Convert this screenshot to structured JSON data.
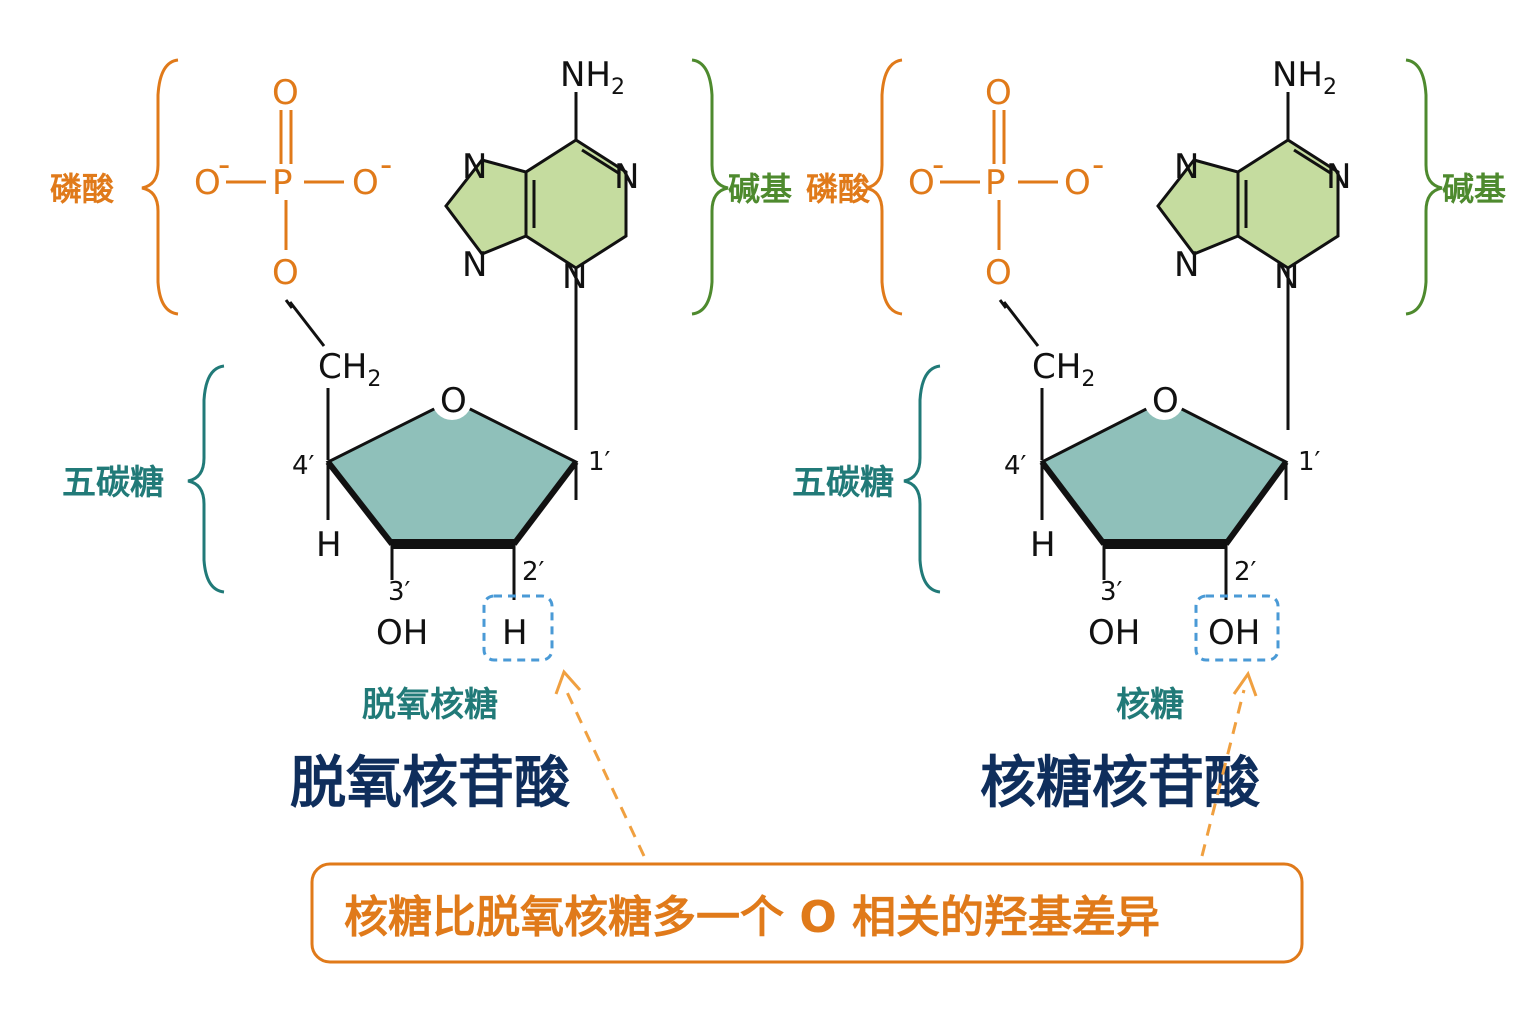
{
  "left": {
    "phosphate": {
      "o_top": "O",
      "p": "P",
      "o_left": "O",
      "o_right": "O",
      "o_bottom": "O",
      "charge_minus": "-"
    },
    "base": {
      "nh2": "NH",
      "nh2_sub": "2",
      "n1": "N",
      "n2": "N",
      "n3": "N",
      "n4": "N"
    },
    "sugar": {
      "ch2": "CH",
      "ch2_sub": "2",
      "ring_o": "O",
      "c4": "4′",
      "c1": "1′",
      "c3": "3′",
      "c2": "2′",
      "h": "H",
      "oh3": "OH",
      "sub2": "H"
    },
    "labels": {
      "phosphate": "磷酸",
      "base": "碱基",
      "pentose": "五碳糖",
      "sugar_name": "脱氧核糖"
    },
    "title": "脱氧核苷酸"
  },
  "right": {
    "phosphate": {
      "o_top": "O",
      "p": "P",
      "o_left": "O",
      "o_right": "O",
      "o_bottom": "O",
      "charge_minus": "-"
    },
    "base": {
      "nh2": "NH",
      "nh2_sub": "2",
      "n1": "N",
      "n2": "N",
      "n3": "N",
      "n4": "N"
    },
    "sugar": {
      "ch2": "CH",
      "ch2_sub": "2",
      "ring_o": "O",
      "c4": "4′",
      "c1": "1′",
      "c3": "3′",
      "c2": "2′",
      "h": "H",
      "oh3": "OH",
      "sub2": "OH"
    },
    "labels": {
      "phosphate": "磷酸",
      "base": "碱基",
      "pentose": "五碳糖",
      "sugar_name": "核糖"
    },
    "title": "核糖核苷酸"
  },
  "note": "核糖比脱氧核糖多一个 O 相关的羟基差异",
  "colors": {
    "phosphate": "#e07a1a",
    "base_fill": "#c5dc9f",
    "base_label": "#4e8a2e",
    "sugar_fill": "#8fc0ba",
    "sugar_label": "#217a78",
    "title": "#0f2e5c",
    "highlight_box": "#4a9ad6"
  }
}
